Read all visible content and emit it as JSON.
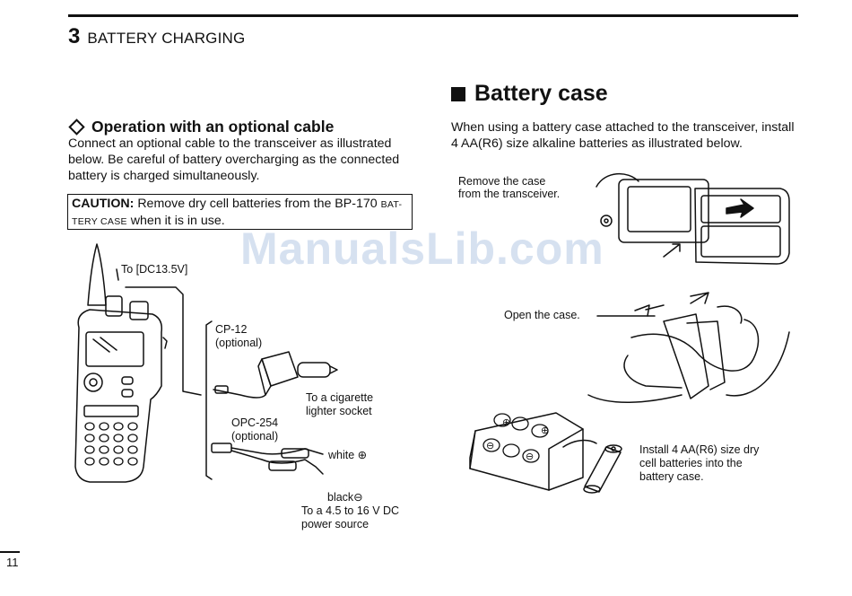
{
  "header": {
    "chapter_number": "3",
    "chapter_title": "BATTERY CHARGING"
  },
  "left": {
    "section_title": "Operation with an optional cable",
    "paragraph": "Connect an optional cable to the transceiver as illustrated below. Be careful of battery overcharging as the connected battery is charged simultaneously.",
    "caution_label": "CAUTION:",
    "caution_text_1": "Remove dry cell batteries from the BP-170",
    "caution_smallcaps_1": "BAT-",
    "caution_smallcaps_2": "TERY CASE",
    "caution_text_2": "when it is in use.",
    "labels": {
      "to_dc": "To [DC13.5V]",
      "cp12": "CP-12",
      "cp12_opt": "(optional)",
      "cigarette_1": "To a cigarette",
      "cigarette_2": "lighter socket",
      "opc": "OPC-254",
      "opc_opt": "(optional)",
      "white": "white ⊕",
      "black": "black⊖",
      "power_1": "To a 4.5 to 16 V DC",
      "power_2": "power source"
    }
  },
  "right": {
    "section_title": "Battery case",
    "paragraph": "When using a battery case attached to the transceiver, install 4 AA(R6) size alkaline batteries as illustrated below.",
    "labels": {
      "remove_1": "Remove  the case",
      "remove_2": "from the transceiver.",
      "open": "Open the case.",
      "install_1": "Install 4 AA(R6) size dry",
      "install_2": "cell batteries into the",
      "install_3": "battery case."
    }
  },
  "watermark": "ManualsLib.com",
  "page_number": "11"
}
